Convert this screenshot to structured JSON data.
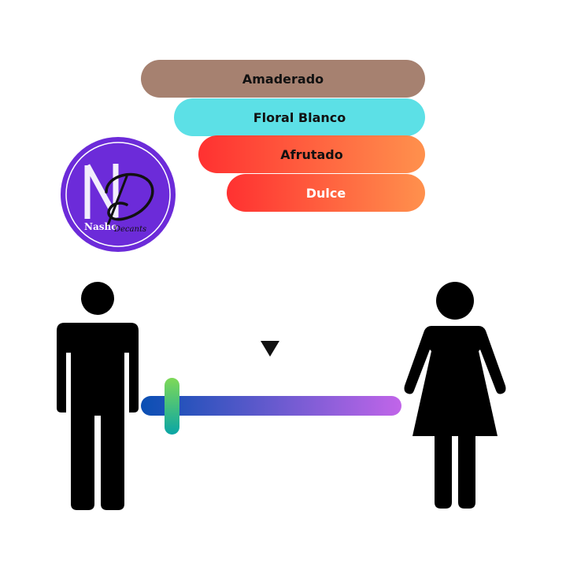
{
  "accords": [
    {
      "label": "Amaderado",
      "color": "#a68170",
      "gradient_end": "#a68170",
      "text_color": "#111111"
    },
    {
      "label": "Floral Blanco",
      "color": "#5ce0e6",
      "gradient_end": "#5ce0e6",
      "text_color": "#111111"
    },
    {
      "label": "Afrutado",
      "color": "#ff3131",
      "gradient_end": "#ff914d",
      "text_color": "#111111"
    },
    {
      "label": "Dulce",
      "color": "#ff3131",
      "gradient_end": "#ff914d",
      "text_color": "#ffffff"
    }
  ],
  "logo": {
    "monogram": "ND",
    "brand_text": "Nasho",
    "brand_script": "Decants",
    "color": "#6c2bd9",
    "ring_color": "#ffffff"
  },
  "icons": {
    "man": "man-silhouette-icon",
    "woman": "woman-silhouette-icon",
    "pointer": "triangle-down-icon"
  },
  "gender_scale": {
    "start_color": "#0a4fb3",
    "end_color": "#c165e9",
    "handle_color_top": "#7ed957",
    "handle_color_bottom": "#0aa5a5",
    "handle_position": 0.12
  }
}
